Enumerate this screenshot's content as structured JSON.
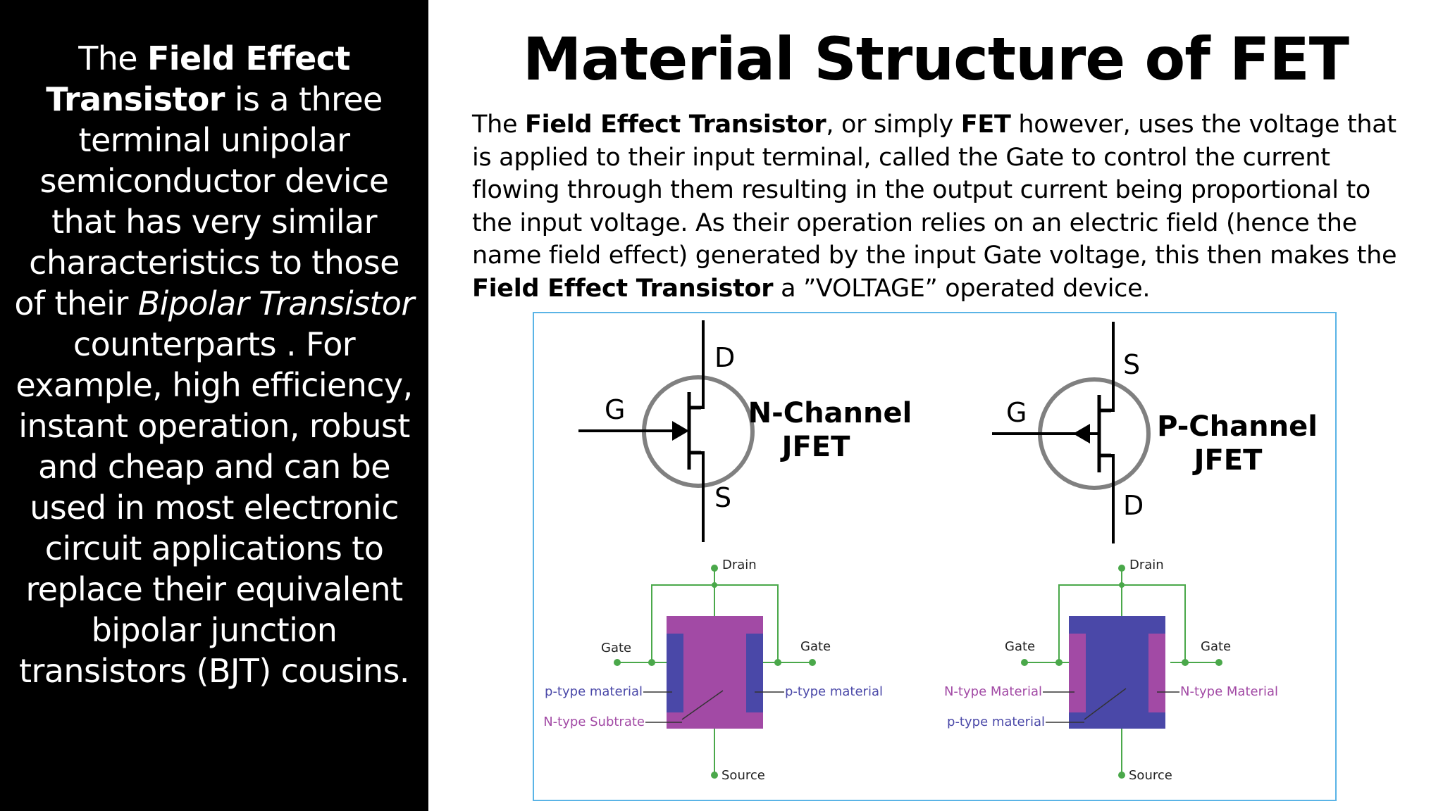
{
  "left_panel": {
    "p1": "The ",
    "b1": "Field Effect Transistor",
    "p2": " is a three terminal unipolar semiconductor device that has very similar characteristics to those of their ",
    "i1": "Bipolar Transistor",
    "p3": " counterparts . For example, high efficiency, instant operation, robust and cheap and can be used in most electronic circuit applications to replace their equivalent bipolar junction transistors (BJT) cousins."
  },
  "title": "Material Structure of FET",
  "paragraph": {
    "p1": "The ",
    "b1": "Field Effect Transistor",
    "p2": ", or simply ",
    "b2": "FET",
    "p3": " however, uses the voltage that is applied to their input terminal, called the Gate to control the current flowing through them resulting in the output current being proportional to the input voltage. As their operation relies on an electric field (hence the name field effect) generated by the input Gate voltage, this then makes the ",
    "b3": "Field Effect Transistor",
    "p4": " a ”VOLTAGE” operated device."
  },
  "figure": {
    "n_jfet": {
      "label_line1": "N-Channel",
      "label_line2": "JFET",
      "gate": "G",
      "top_terminal": "D",
      "bottom_terminal": "S"
    },
    "p_jfet": {
      "label_line1": "P-Channel",
      "label_line2": "JFET",
      "gate": "G",
      "top_terminal": "S",
      "bottom_terminal": "D"
    },
    "n_structure": {
      "drain": "Drain",
      "source": "Source",
      "gate_left": "Gate",
      "gate_right": "Gate",
      "left_label_1": "p-type material",
      "left_label_2": "N-type Subtrate",
      "right_label": "p-type material",
      "substrate_color": "#a24aa5",
      "gate_color": "#4a48a8"
    },
    "p_structure": {
      "drain": "Drain",
      "source": "Source",
      "gate_left": "Gate",
      "gate_right": "Gate",
      "left_label_1": "N-type Material",
      "left_label_2": "p-type material",
      "right_label": "N-type Material",
      "substrate_color": "#4a48a8",
      "gate_color": "#a24aa5"
    },
    "wire_color": "#4aa84a",
    "border_color": "#5ab4e6"
  }
}
